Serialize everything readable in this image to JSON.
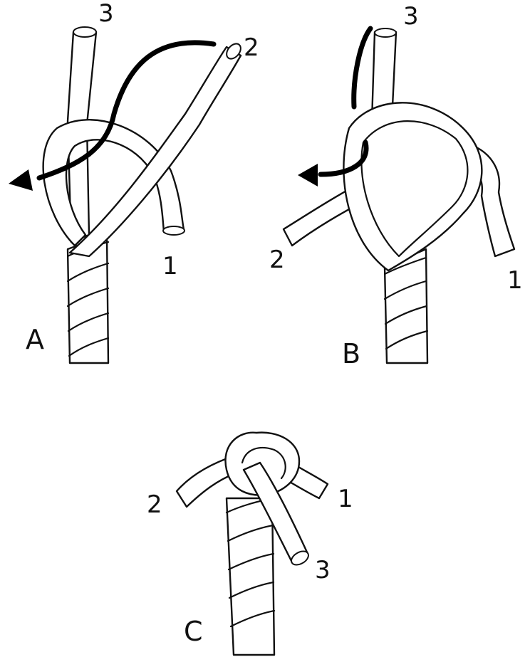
{
  "panels": [
    {
      "id": "A",
      "label": "A",
      "strand_labels": {
        "one": "1",
        "two": "2",
        "three": "3"
      }
    },
    {
      "id": "B",
      "label": "B",
      "strand_labels": {
        "one": "1",
        "two": "2",
        "three": "3"
      }
    },
    {
      "id": "C",
      "label": "C",
      "strand_labels": {
        "one": "1",
        "two": "2",
        "three": "3"
      }
    }
  ]
}
